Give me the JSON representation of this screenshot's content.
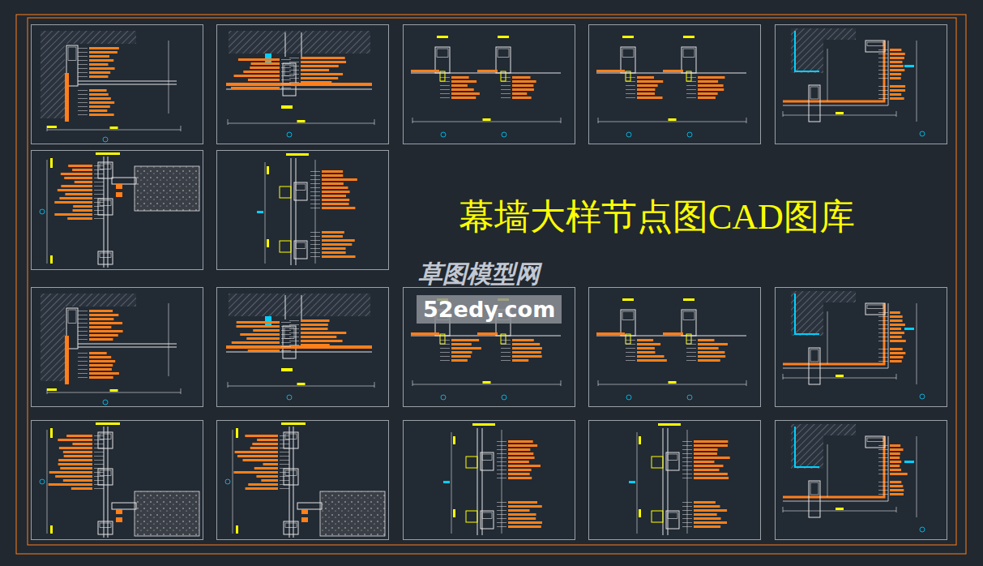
{
  "diagram": {
    "title": "幕墙大样节点图CAD图库",
    "labels": [
      "草图模型网",
      "52edy.com"
    ]
  }
}
